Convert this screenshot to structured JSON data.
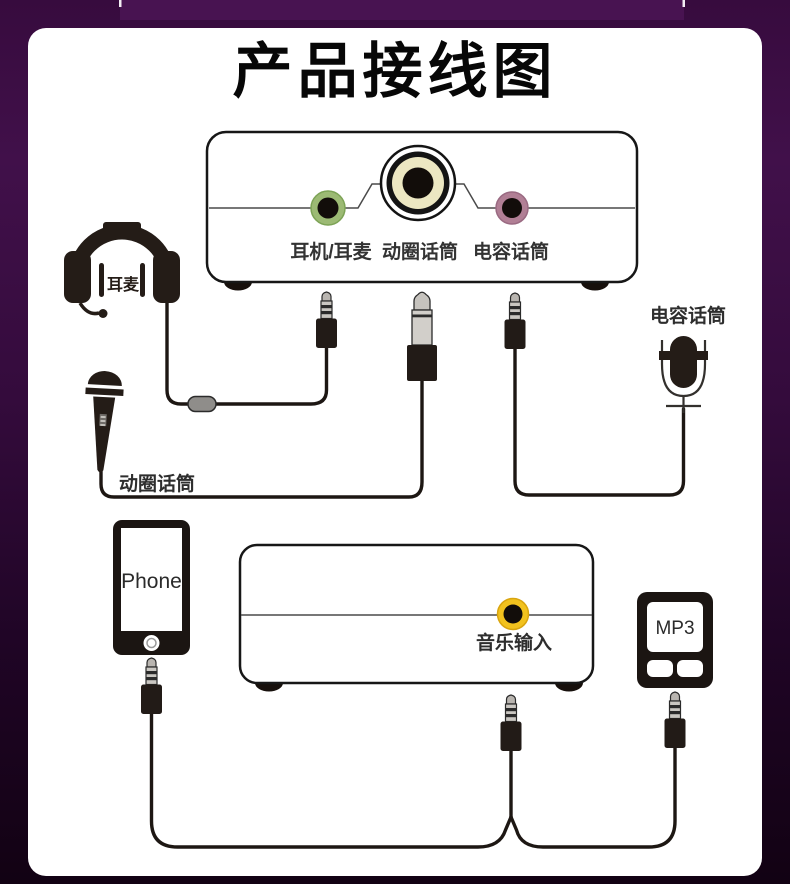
{
  "title": "产品接线图",
  "device": {
    "jacks": [
      {
        "name": "headphone-headset-jack",
        "label": "耳机/耳麦",
        "color": "#9cba74"
      },
      {
        "name": "dynamic-mic-jack",
        "label": "动圈话筒",
        "color": "#ece7c2"
      },
      {
        "name": "condenser-mic-jack",
        "label": "电容话筒",
        "color": "#b17f95"
      }
    ]
  },
  "music_box": {
    "jack_label": "音乐输入",
    "jack_color": "#f2c21e"
  },
  "labels": {
    "headset": "耳麦",
    "dynamic_mic": "动圈话筒",
    "condenser_mic": "电容话筒",
    "phone": "Phone",
    "mp3": "MP3"
  },
  "colors": {
    "background_purple": "#3c0d44",
    "card": "#ffffff",
    "line_black": "#1d1713"
  }
}
